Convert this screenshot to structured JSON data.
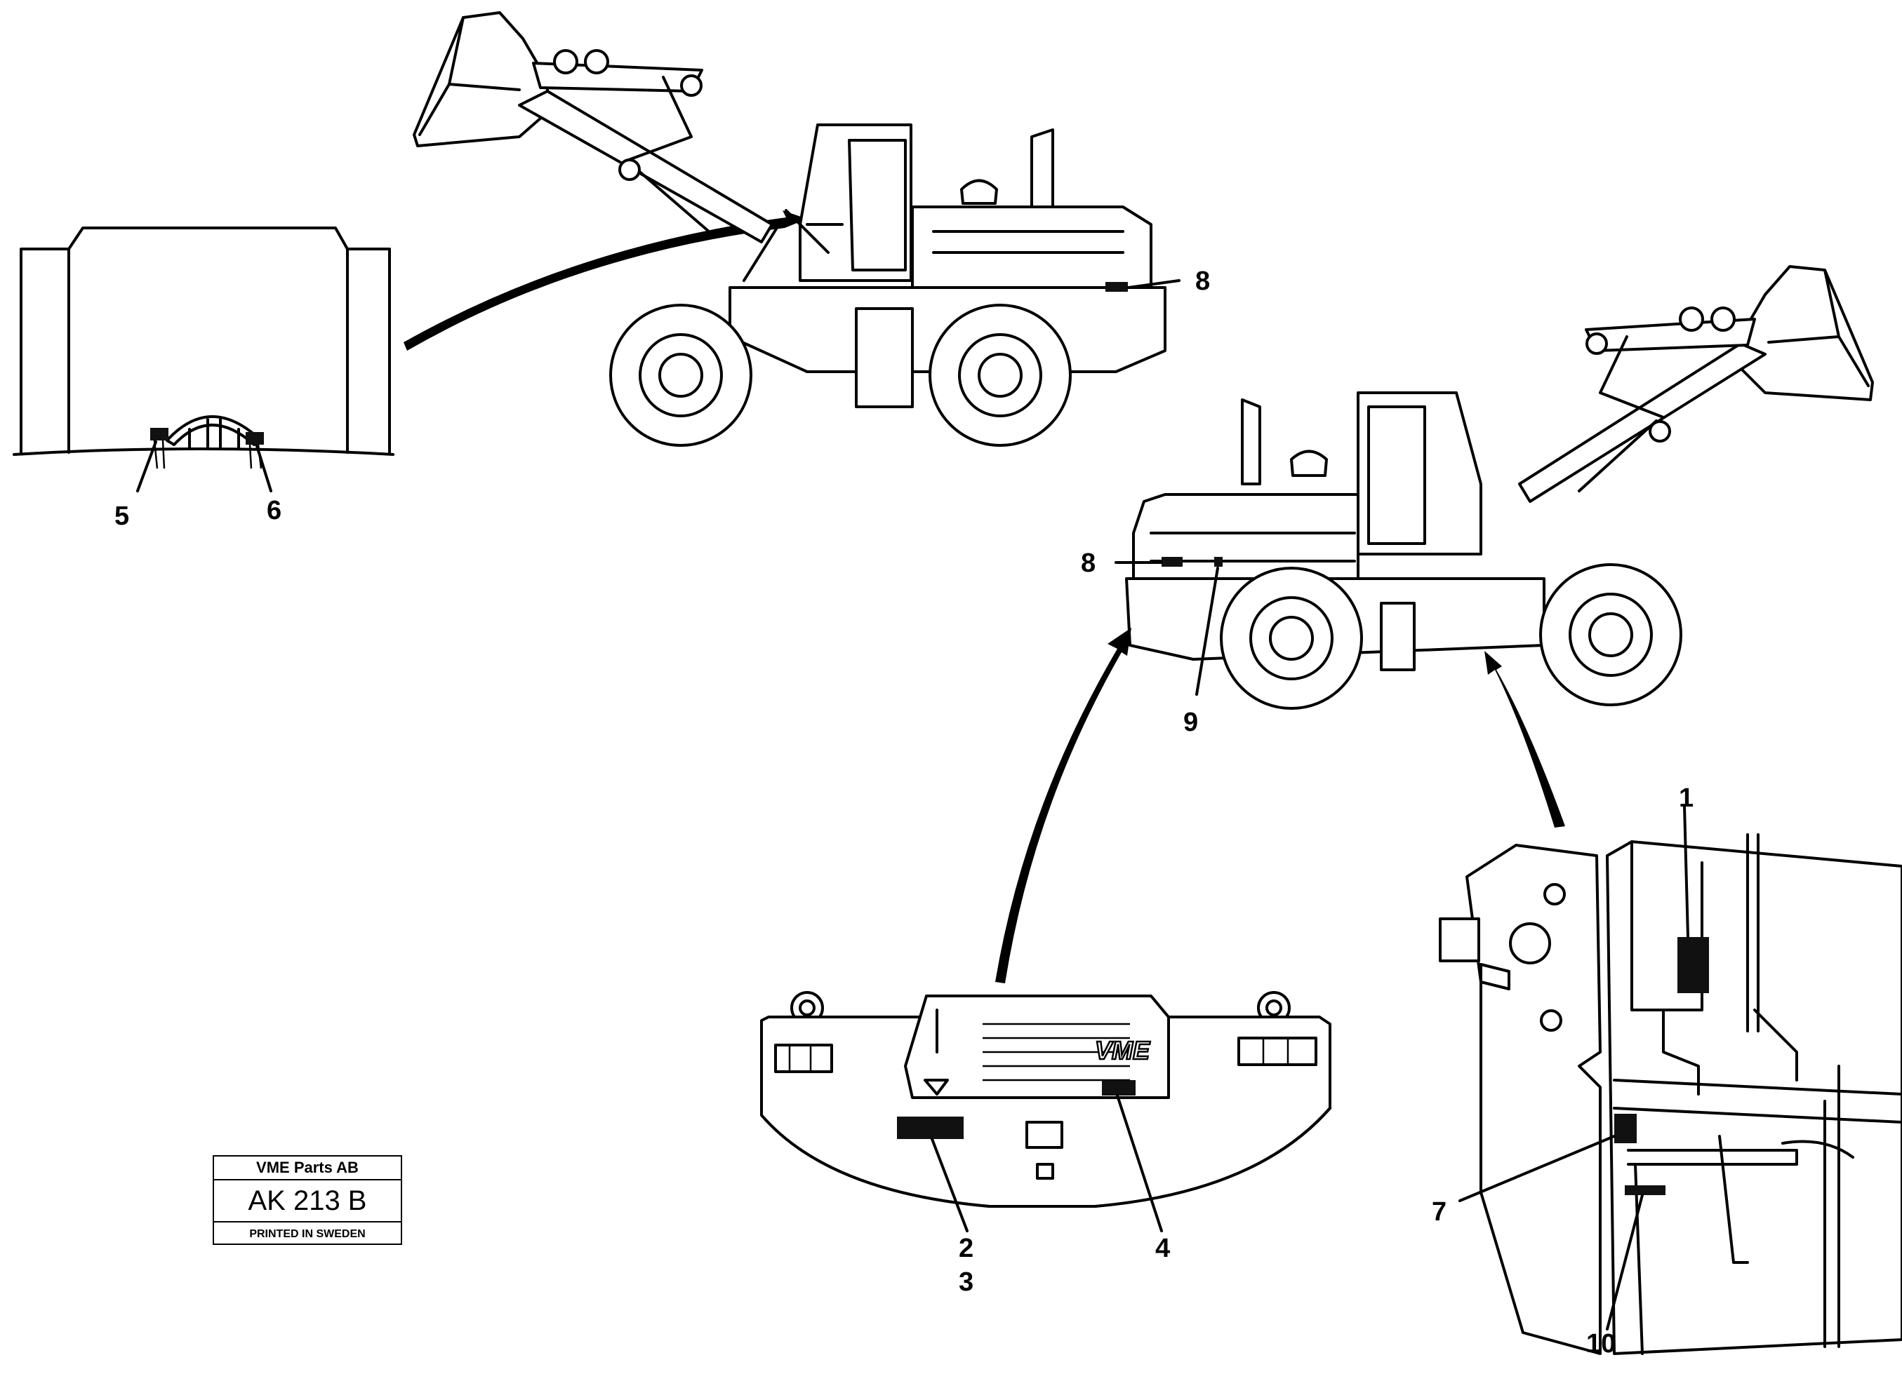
{
  "callouts": {
    "c1": "1",
    "c2": "2",
    "c3": "3",
    "c4": "4",
    "c5": "5",
    "c6": "6",
    "c7": "7",
    "c8_top": "8",
    "c8_mid": "8",
    "c9": "9",
    "c10": "10"
  },
  "logo_text": "VME",
  "title_block": {
    "company": "VME Parts AB",
    "drawing_no": "AK 213 B",
    "printed": "PRINTED IN SWEDEN"
  }
}
